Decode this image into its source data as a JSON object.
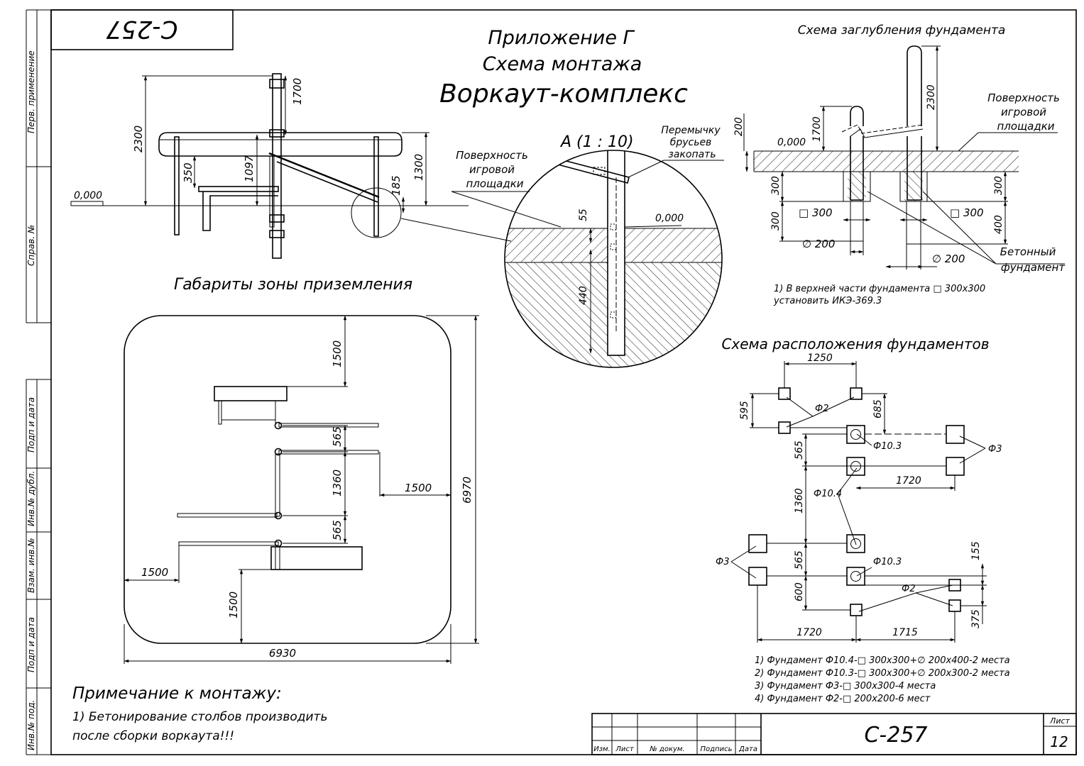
{
  "stamp_code": "С-257",
  "header": {
    "appendix": "Приложение Г",
    "subtitle": "Схема монтажа",
    "title": "Воркаут-комплекс"
  },
  "side_labels": {
    "first_use": "Перв. применение",
    "ref_no": "Справ. №",
    "sign_date_1": "Подп и дата",
    "dup_inv": "Инв.№ дубл.",
    "replace_inv": "Взам. инв.№",
    "sign_date_2": "Подп и дата",
    "orig_inv": "Инв.№ под."
  },
  "elevation": {
    "dims": [
      "2300",
      "1700",
      "350",
      "1097",
      "1300",
      "185"
    ],
    "level": "0,000"
  },
  "detail_a": {
    "label": "А  (1 : 10)",
    "surface": [
      "Поверхность",
      "игровой",
      "площадки"
    ],
    "bury_note": [
      "Перемычку",
      "брусьев",
      "закопать"
    ],
    "level": "0,000",
    "dims": [
      "55",
      "440"
    ]
  },
  "landing": {
    "title": "Габариты зоны приземления",
    "dims": {
      "top": "1500",
      "gap1": "565",
      "gap2": "1360",
      "gap3": "565",
      "right": "1500",
      "height": "6970",
      "left": "1500",
      "bottom": "1500",
      "width": "6930"
    }
  },
  "depth": {
    "title": "Схема заглубления фундамента",
    "dims": {
      "d200": "200",
      "d1700": "1700",
      "d2300": "2300",
      "d300a": "300",
      "d300b": "300",
      "d300c": "300",
      "d400": "400",
      "sq_left": "□ 300",
      "sq_right": "□ 300",
      "dia_left": "∅ 200",
      "dia_right": "∅ 200"
    },
    "level": "0,000",
    "surface": [
      "Поверхность",
      "игровой",
      "площадки"
    ],
    "concrete": [
      "Бетонный",
      "фундамент"
    ],
    "note_lines": [
      "1) В верхней части фундамента □ 300х300",
      "установить ИКЭ-369.3"
    ]
  },
  "layout": {
    "title": "Схема расположения фундаментов",
    "dims": {
      "d1250": "1250",
      "d595": "595",
      "d685": "685",
      "d565a": "565",
      "d1720a": "1720",
      "d1360": "1360",
      "d565b": "565",
      "d155": "155",
      "d600": "600",
      "d375": "375",
      "d1720b": "1720",
      "d1715": "1715"
    },
    "tags": {
      "f2a": "Ф2",
      "f103a": "Ф10.3",
      "f3a": "Ф3",
      "f104": "Ф10.4",
      "f3b": "Ф3",
      "f103b": "Ф10.3",
      "f2b": "Ф2"
    },
    "notes": [
      "1) Фундамент Ф10.4-□ 300х300+∅ 200х400-2 места",
      "2) Фундамент Ф10.3-□ 300х300+∅ 200х300-2 места",
      "3) Фундамент Ф3-□ 300х300-4 места",
      "4) Фундамент Ф2-□ 200х200-6 мест"
    ]
  },
  "mount_note": {
    "title": "Примечание к монтажу:",
    "lines": [
      "1) Бетонирование столбов производить",
      "после сборки воркаута!!!"
    ]
  },
  "title_block": {
    "code": "С-257",
    "sheet_label": "Лист",
    "sheet_no": "12",
    "columns": [
      "Изм.",
      "Лист",
      "№ докум.",
      "Подпись",
      "Дата"
    ]
  }
}
